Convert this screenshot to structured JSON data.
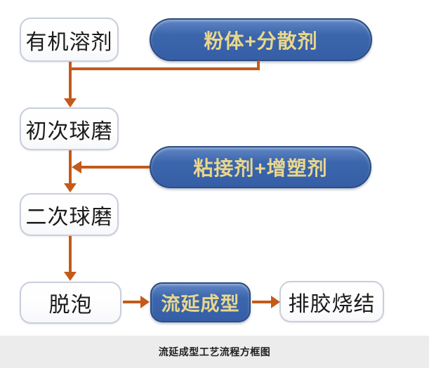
{
  "diagram": {
    "title_caption": "流延成型工艺流程方框图",
    "nodes": {
      "organic_solvent": "有机溶剂",
      "powder_dispersant": "粉体+分散剂",
      "first_ball_milling": "初次球磨",
      "binder_plasticizer": "粘接剂+增塑剂",
      "second_ball_milling": "二次球磨",
      "defoaming": "脱泡",
      "tape_casting": "流延成型",
      "debinding_sintering": "排胶烧结"
    },
    "edges": [
      {
        "from": "organic_solvent",
        "to": "first_ball_milling"
      },
      {
        "from": "powder_dispersant",
        "to": "first_ball_milling"
      },
      {
        "from": "first_ball_milling",
        "to": "second_ball_milling"
      },
      {
        "from": "binder_plasticizer",
        "to": "second_ball_milling"
      },
      {
        "from": "second_ball_milling",
        "to": "defoaming"
      },
      {
        "from": "defoaming",
        "to": "tape_casting"
      },
      {
        "from": "tape_casting",
        "to": "debinding_sintering"
      }
    ]
  },
  "colors": {
    "arrow": "#c35a1a",
    "pill-border": "#2b4c80",
    "pill-top": "#5f86c5",
    "pill-mid": "#3c66ac",
    "pill-bottom": "#355ea6",
    "pill-text": "#e9d78c",
    "box-border": "#c8cedb",
    "box-text": "#1b1b1b",
    "canvas-bg": "#ffffff",
    "caption-bg": "#ececec",
    "caption-text": "#1f1f1f"
  }
}
